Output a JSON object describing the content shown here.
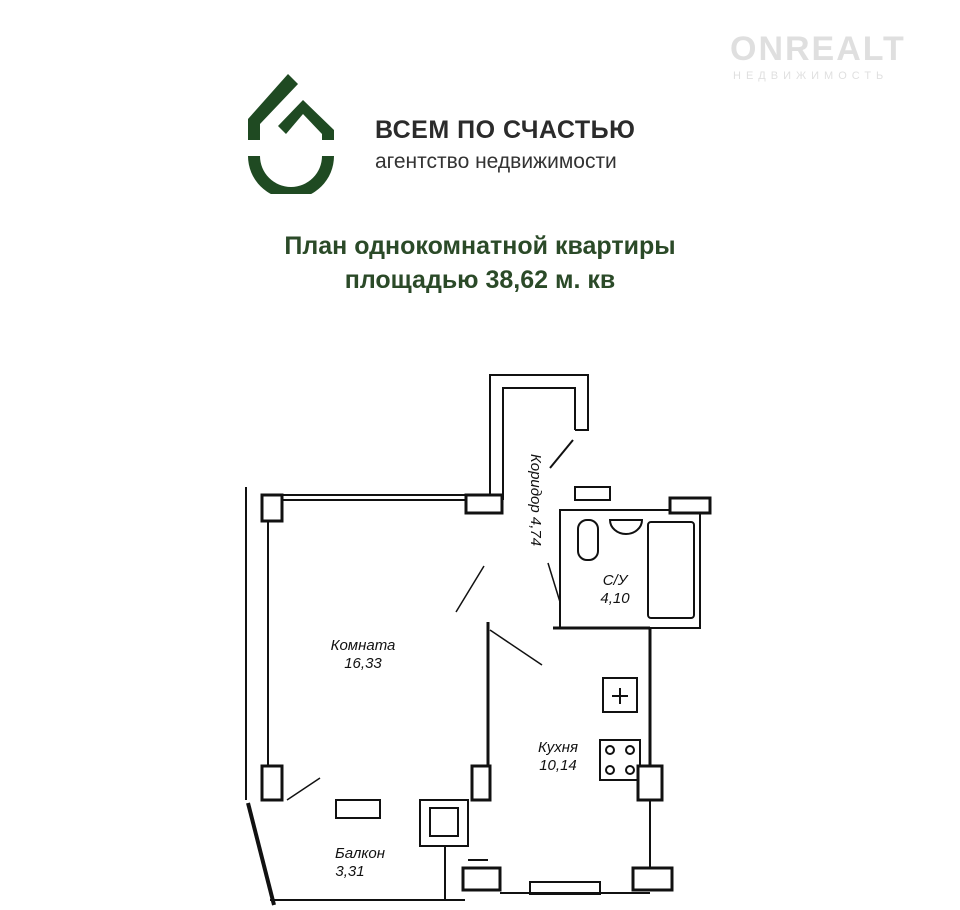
{
  "watermark": {
    "main": "ONREALT",
    "sub": "НЕДВИЖИМОСТЬ"
  },
  "brand": {
    "name": "ВСЕМ ПО СЧАСТЬЮ",
    "subtitle": "агентство недвижимости",
    "color": "#1f4a22"
  },
  "title": {
    "line1": "План  однокомнатной квартиры",
    "line2": "площадью 38,62 м. кв"
  },
  "rooms": {
    "corridor": {
      "name": "Коридор",
      "area": "4,74"
    },
    "room": {
      "name": "Комната",
      "area": "16,33"
    },
    "bathroom": {
      "name": "С/У",
      "area": "4,10"
    },
    "kitchen": {
      "name": "Кухня",
      "area": "10,14"
    },
    "balcony": {
      "name": "Балкон",
      "area": "3,31"
    }
  }
}
